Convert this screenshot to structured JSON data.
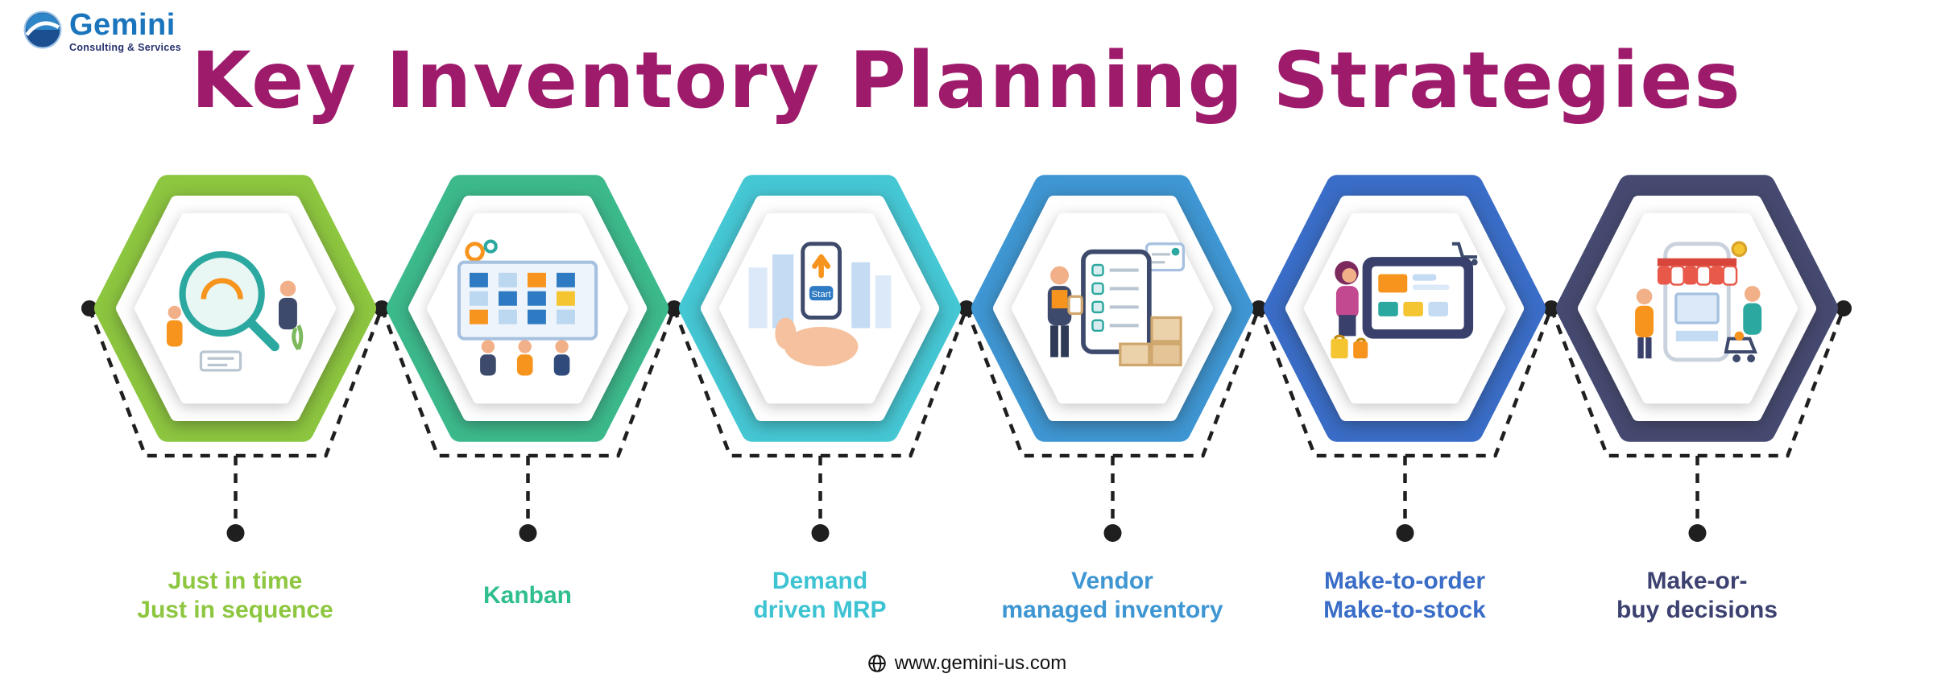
{
  "page": {
    "title": "Key Inventory Planning Strategies",
    "title_color": "#9e1b6b",
    "background_color": "#ffffff"
  },
  "logo": {
    "name": "Gemini",
    "tagline": "Consulting & Services",
    "name_color": "#1b75bc",
    "tagline_color": "#27316d"
  },
  "connector": {
    "color": "#1f1f1f"
  },
  "strategies": [
    {
      "id": "just-in-time",
      "label_lines": [
        "Just in time",
        "Just in sequence"
      ],
      "color": "#8dc63f",
      "label_color": "#8dc63f"
    },
    {
      "id": "kanban",
      "label_lines": [
        "Kanban"
      ],
      "color": "#3cba8c",
      "label_color": "#2fbe8f"
    },
    {
      "id": "demand-driven-mrp",
      "label_lines": [
        "Demand",
        "driven MRP"
      ],
      "color": "#45c7d4",
      "label_color": "#3ec3d2",
      "illustration_text": "Start"
    },
    {
      "id": "vendor-managed-inventory",
      "label_lines": [
        "Vendor",
        "managed inventory"
      ],
      "color": "#3e96d2",
      "label_color": "#3e96d2"
    },
    {
      "id": "make-to-order",
      "label_lines": [
        "Make-to-order",
        "Make-to-stock"
      ],
      "color": "#3a6dc7",
      "label_color": "#3a6dc7"
    },
    {
      "id": "make-or-buy",
      "label_lines": [
        "Make-or-",
        "buy decisions"
      ],
      "color": "#464a71",
      "label_color": "#3c4170"
    }
  ],
  "footer": {
    "website": "www.gemini-us.com"
  }
}
